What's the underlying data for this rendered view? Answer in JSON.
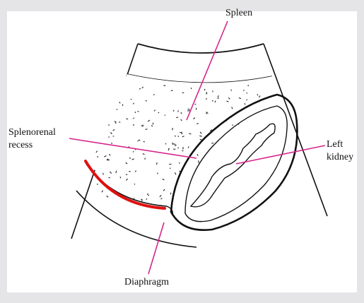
{
  "labels": {
    "spleen": "Spleen",
    "splenorenal_line1": "Splenorenal",
    "splenorenal_line2": "recess",
    "left_kidney_line1": "Left",
    "left_kidney_line2": "kidney",
    "diaphragm": "Diaphragm"
  },
  "colors": {
    "background_border": "#e5e5e8",
    "canvas": "#ffffff",
    "ink": "#111111",
    "leader_lines": "#d6268c",
    "highlight": "#e01010"
  }
}
